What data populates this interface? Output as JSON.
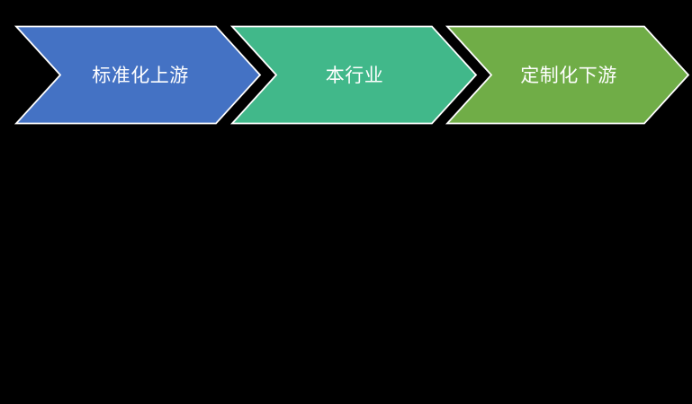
{
  "background_color": "#000000",
  "diagram": {
    "type": "chevron-process",
    "direction": "left-to-right",
    "border_color": "#ffffff",
    "text_color": "#ffffff",
    "steps": [
      {
        "label": "标准化上游",
        "color": "#4472c4"
      },
      {
        "label": "本行业",
        "color": "#41b88a"
      },
      {
        "label": "定制化下游",
        "color": "#70ad47"
      }
    ]
  }
}
